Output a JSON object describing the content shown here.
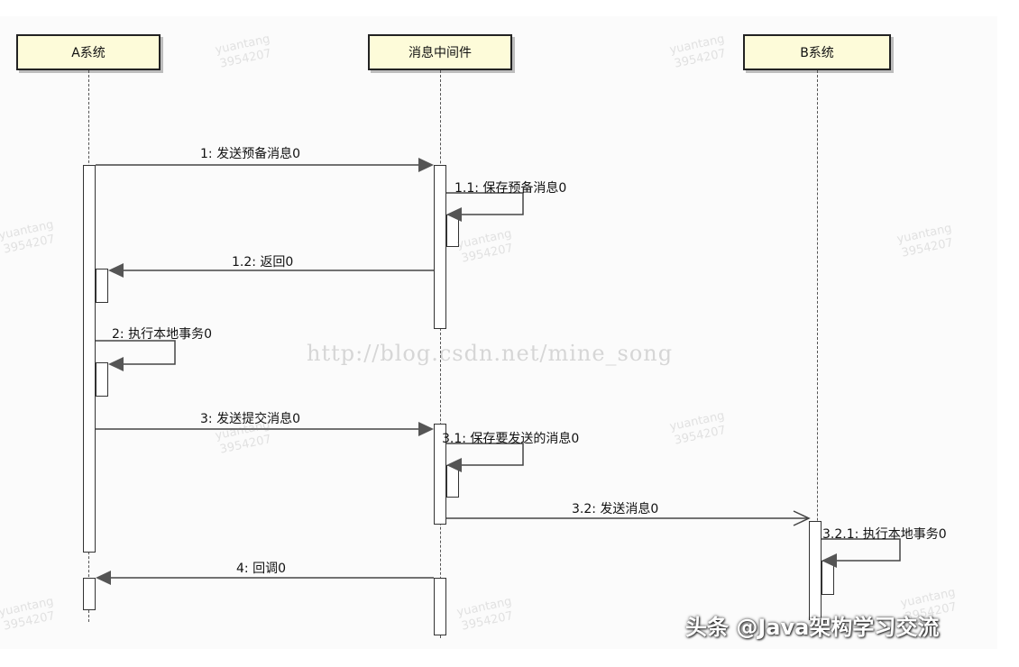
{
  "lifelines": [
    {
      "id": "a",
      "label": "A系统"
    },
    {
      "id": "mq",
      "label": "消息中间件"
    },
    {
      "id": "b",
      "label": "B系统"
    }
  ],
  "messages": [
    {
      "label": "1: 发送预备消息0"
    },
    {
      "label": "1.1: 保存预备消息0"
    },
    {
      "label": "1.2: 返回0"
    },
    {
      "label": "2: 执行本地事务0"
    },
    {
      "label": "3: 发送提交消息0"
    },
    {
      "label": "3.1: 保存要发送的消息0"
    },
    {
      "label": "3.2: 发送消息0"
    },
    {
      "label": "3.2.1: 执行本地事务0"
    },
    {
      "label": "4: 回调0"
    }
  ],
  "watermarks": {
    "url": "http://blog.csdn.net/mine_song",
    "stamp_line1": "yuantang",
    "stamp_line2": "3954207",
    "brand": "头条 @Java架构学习交流"
  }
}
